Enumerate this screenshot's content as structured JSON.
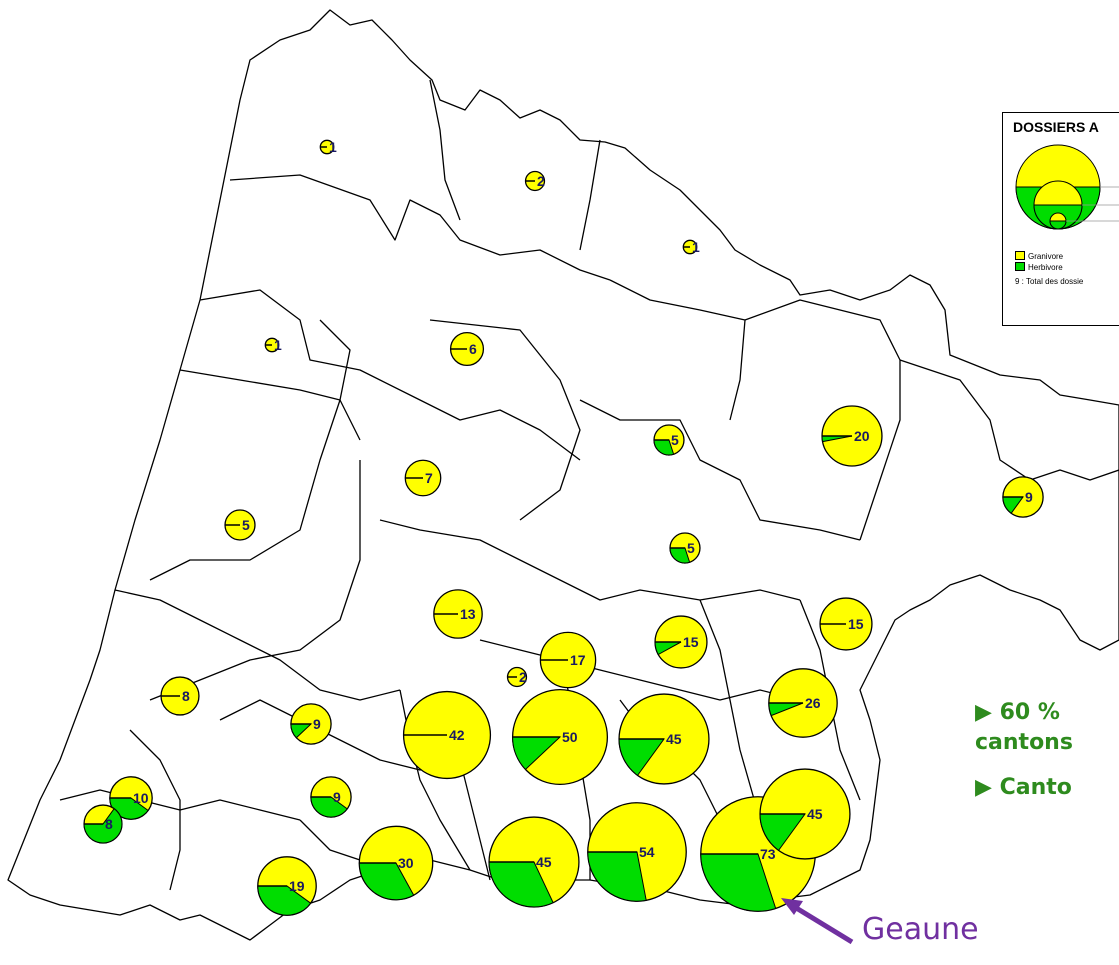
{
  "legend": {
    "title": "DOSSIERS A",
    "items": [
      {
        "label": "Granivore",
        "color": "#ffff00"
      },
      {
        "label": "Herbivore",
        "color": "#00dd00"
      }
    ],
    "note": "9 : Total des dossie"
  },
  "annotations": {
    "bullet1": "▶ 60 %",
    "bullet1_cont": "cantons",
    "bullet2": "▶ Canto",
    "callout": "Geaune"
  },
  "colors": {
    "granivore": "#ffff00",
    "herbivore": "#00dd00",
    "annotation_green": "#2e8b1e",
    "callout_purple": "#7030a0"
  },
  "map_data": {
    "type": "proportional-pie-map",
    "cantons": [
      {
        "total": 1,
        "herbivore_share": 0
      },
      {
        "total": 2,
        "herbivore_share": 0
      },
      {
        "total": 1,
        "herbivore_share": 0
      },
      {
        "total": 1,
        "herbivore_share": 0
      },
      {
        "total": 6,
        "herbivore_share": 0
      },
      {
        "total": 5,
        "herbivore_share": 0.3
      },
      {
        "total": 20,
        "herbivore_share": 0.03
      },
      {
        "total": 7,
        "herbivore_share": 0
      },
      {
        "total": 5,
        "herbivore_share": 0
      },
      {
        "total": 9,
        "herbivore_share": 0.15
      },
      {
        "total": 5,
        "herbivore_share": 0.3
      },
      {
        "total": 13,
        "herbivore_share": 0
      },
      {
        "total": 15,
        "herbivore_share": 0
      },
      {
        "total": 15,
        "herbivore_share": 0.08
      },
      {
        "total": 17,
        "herbivore_share": 0
      },
      {
        "total": 2,
        "herbivore_share": 0
      },
      {
        "total": 8,
        "herbivore_share": 0
      },
      {
        "total": 26,
        "herbivore_share": 0.06
      },
      {
        "total": 9,
        "herbivore_share": 0.12
      },
      {
        "total": 42,
        "herbivore_share": 0
      },
      {
        "total": 50,
        "herbivore_share": 0.12
      },
      {
        "total": 45,
        "herbivore_share": 0.15
      },
      {
        "total": 9,
        "herbivore_share": 0.4
      },
      {
        "total": 45,
        "herbivore_share": 0.15
      },
      {
        "total": 10,
        "herbivore_share": 0.4
      },
      {
        "total": 30,
        "herbivore_share": 0.33
      },
      {
        "total": 45,
        "herbivore_share": 0.32
      },
      {
        "total": 54,
        "herbivore_share": 0.28
      },
      {
        "total": 73,
        "herbivore_share": 0.3
      },
      {
        "total": 19,
        "herbivore_share": 0.4
      },
      {
        "total": 8,
        "herbivore_share": 0.65
      }
    ]
  }
}
